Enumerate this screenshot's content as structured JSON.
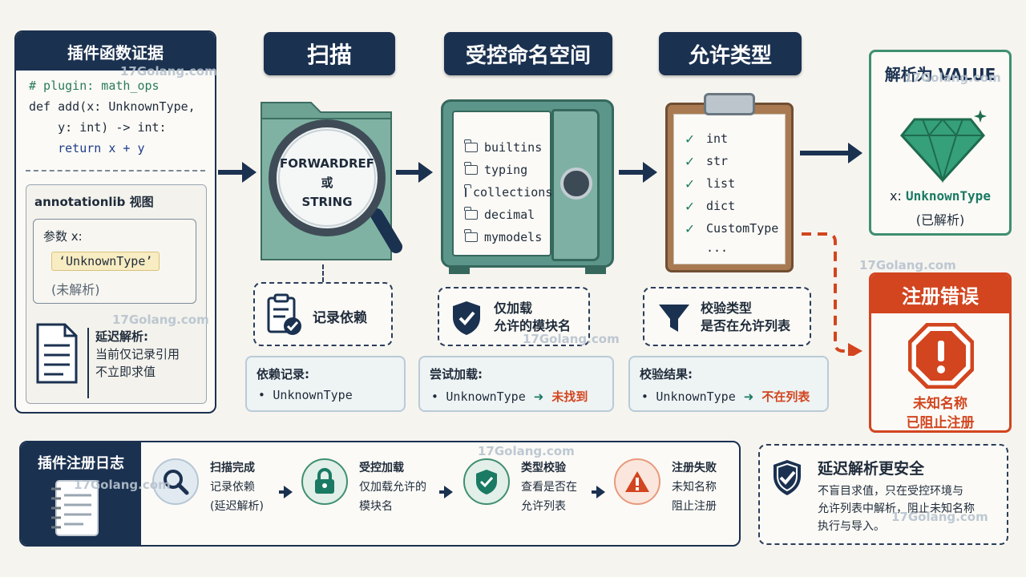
{
  "evidence": {
    "title": "插件函数证据",
    "code": [
      "# plugin: math_ops",
      "def add(x: UnknownType,",
      "    y: int) -> int:",
      "    return x + y"
    ],
    "view_title": "annotationlib 视图",
    "param_label": "参数 x:",
    "param_value": "‘UnknownType’",
    "param_status": "(未解析)",
    "defer_title": "延迟解析:",
    "defer_line1": "当前仅记录引用",
    "defer_line2": "不立即求值"
  },
  "scan": {
    "title": "扫描",
    "lens_line1": "FORWARDREF",
    "lens_line2": "或",
    "lens_line3": "STRING",
    "action": "记录依赖",
    "result_title": "依赖记录:",
    "result_item": "UnknownType"
  },
  "namespace": {
    "title": "受控命名空间",
    "modules": [
      "builtins",
      "typing",
      "collections",
      "decimal",
      "mymodels"
    ],
    "action_line1": "仅加载",
    "action_line2": "允许的模块名",
    "result_title": "尝试加载:",
    "result_item": "UnknownType",
    "result_outcome": "未找到"
  },
  "allowed": {
    "title": "允许类型",
    "types": [
      "int",
      "str",
      "list",
      "dict",
      "CustomType"
    ],
    "more": "...",
    "action_line1": "校验类型",
    "action_line2": "是否在允许列表",
    "result_title": "校验结果:",
    "result_item": "UnknownType",
    "result_outcome": "不在列表"
  },
  "value": {
    "title": "解析为 VALUE",
    "label_prefix": "x:",
    "label_type": "UnknownType",
    "status": "(已解析)"
  },
  "error": {
    "title": "注册错误",
    "line1": "未知名称",
    "line2": "已阻止注册"
  },
  "log": {
    "title": "插件注册日志",
    "steps": [
      {
        "title": "扫描完成",
        "line1": "记录依赖",
        "line2": "(延迟解析)"
      },
      {
        "title": "受控加载",
        "line1": "仅加载允许的",
        "line2": "模块名"
      },
      {
        "title": "类型校验",
        "line1": "查看是否在",
        "line2": "允许列表"
      },
      {
        "title": "注册失败",
        "line1": "未知名称",
        "line2": "阻止注册"
      }
    ]
  },
  "safety": {
    "title": "延迟解析更安全",
    "line1": "不盲目求值，只在受控环境与",
    "line2": "允许列表中解析，阻止未知名称",
    "line3": "执行与导入。"
  },
  "watermark": "17Golang.com",
  "colors": {
    "navy": "#1b3150",
    "teal": "#1a7a63",
    "orange": "#d2451f",
    "green_border": "#3f8f72"
  }
}
